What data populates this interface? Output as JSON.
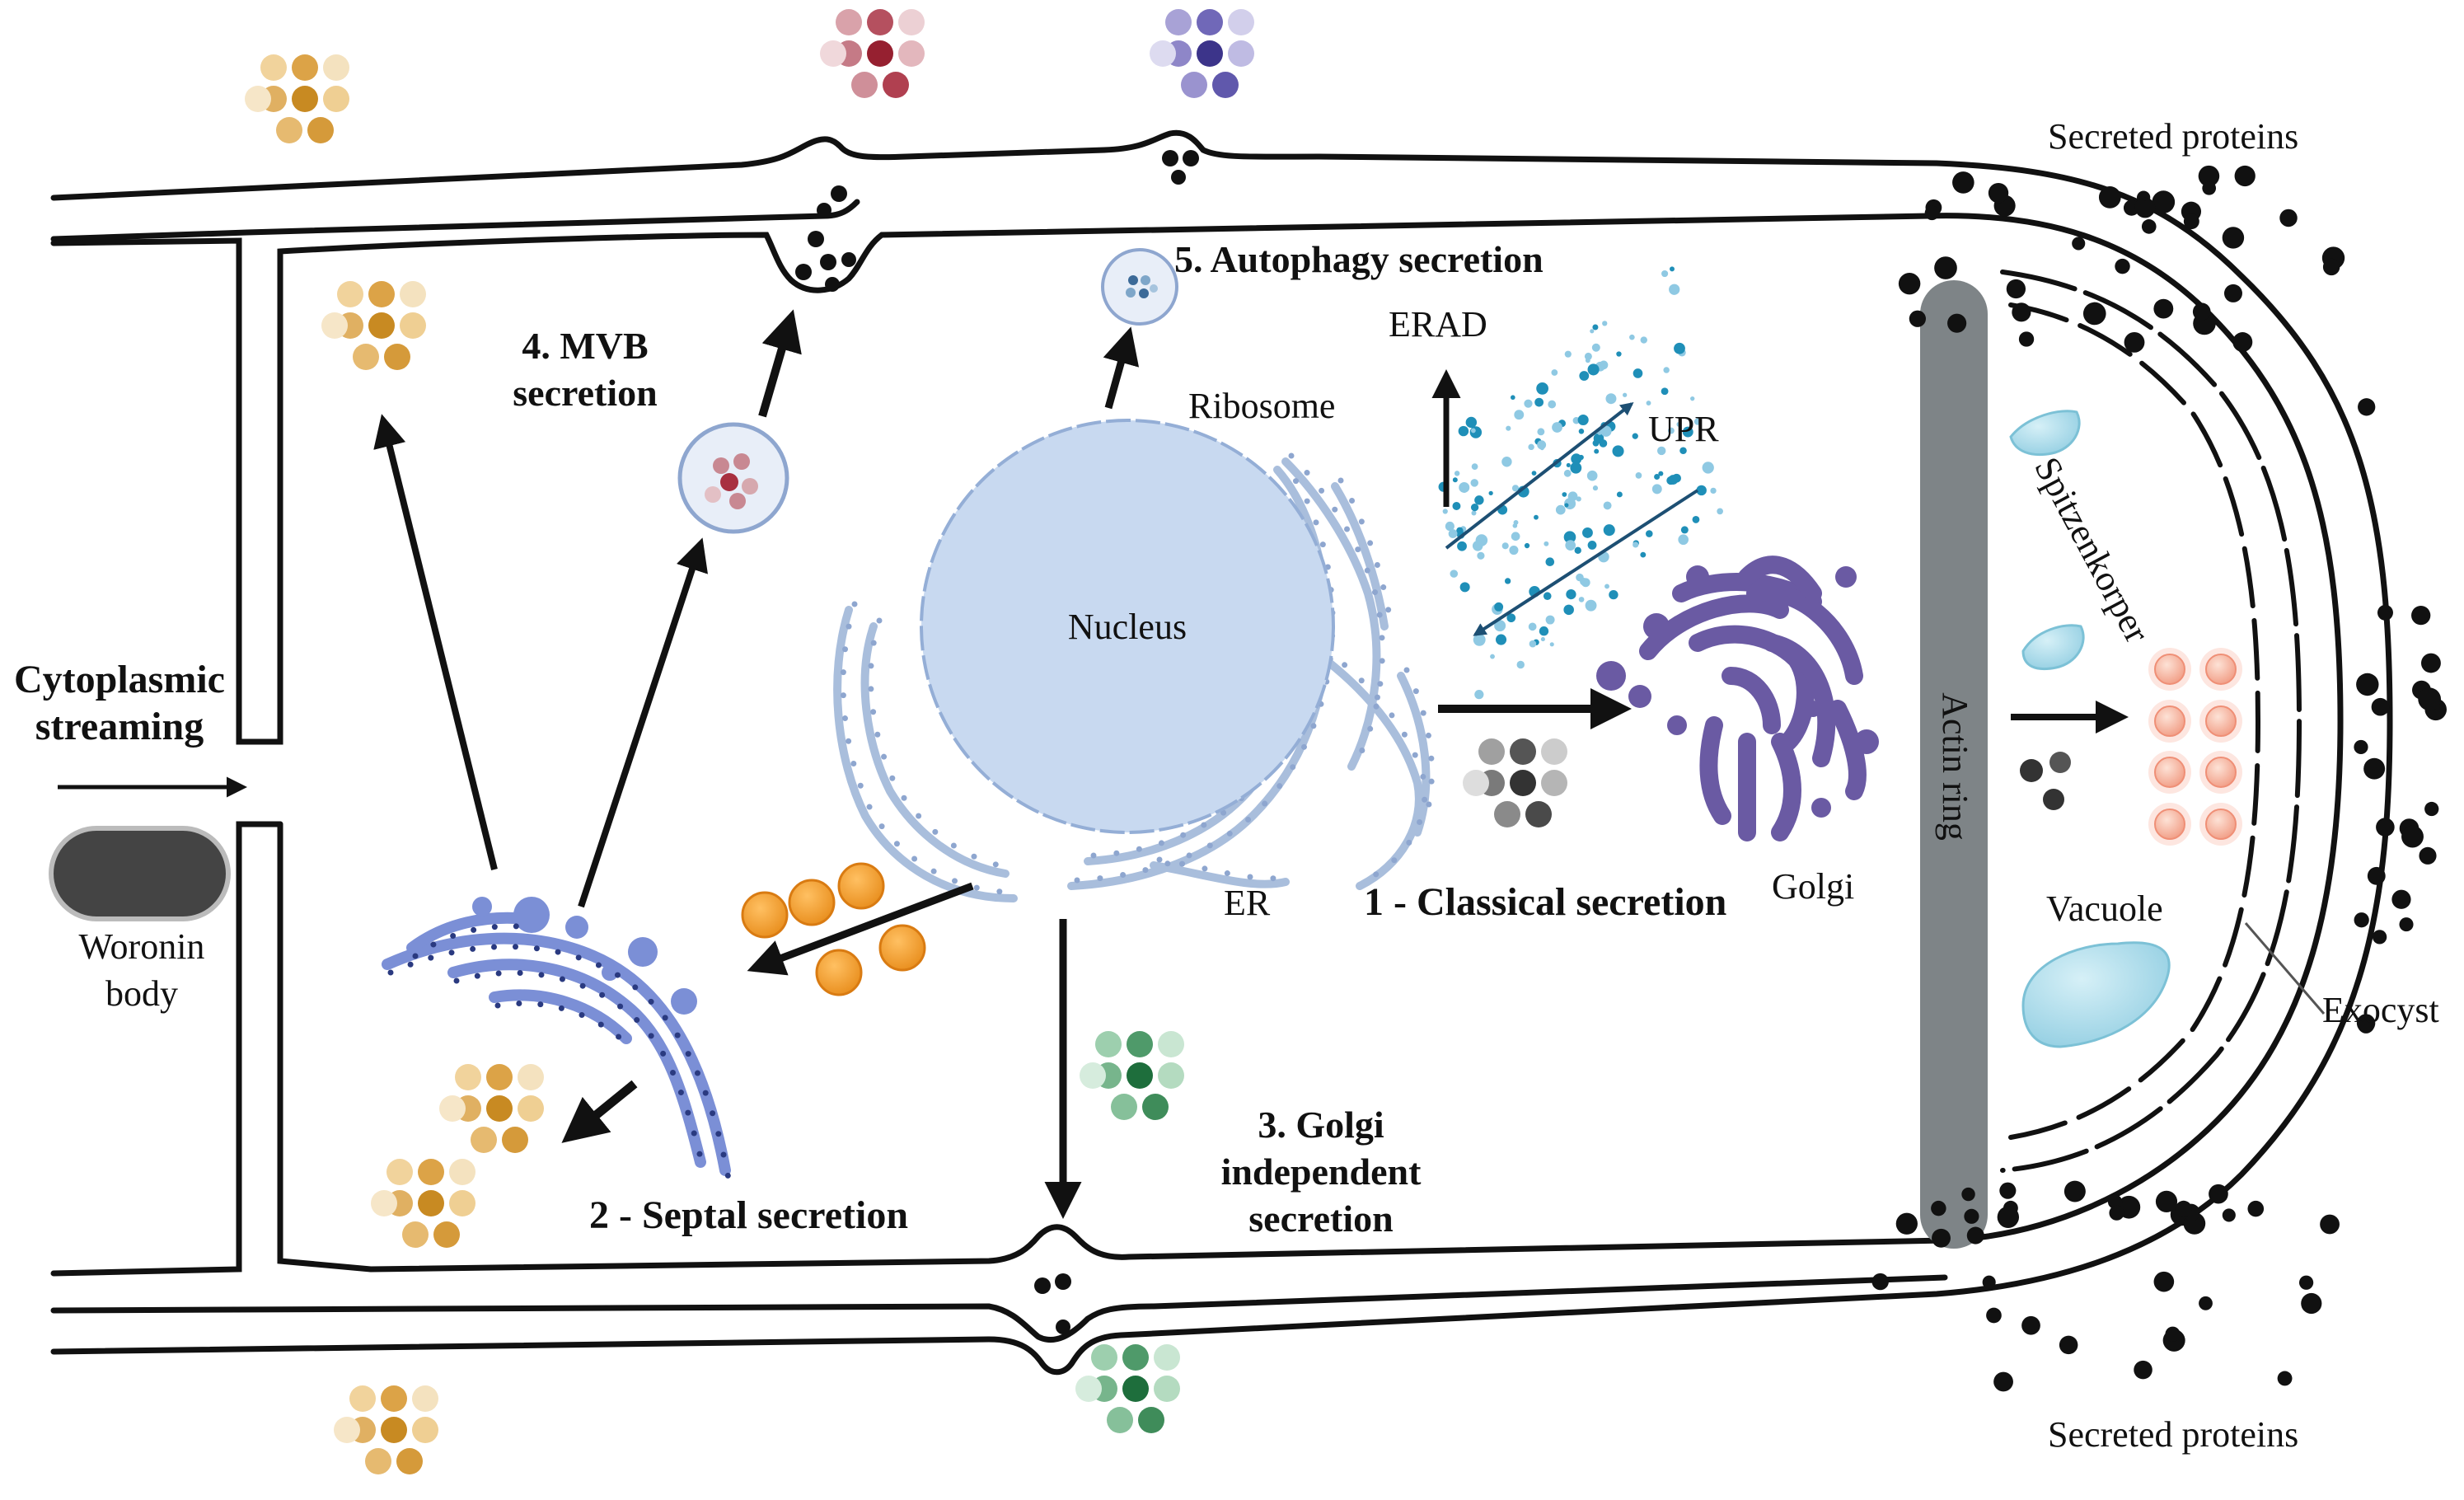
{
  "labels": {
    "secreted_top": "Secreted proteins",
    "secreted_bottom": "Secreted proteins",
    "autophagy": "5. Autophagy secretion",
    "erad": "ERAD",
    "upr": "UPR",
    "ribosome": "Ribosome",
    "mvb_line1": "4. MVB",
    "mvb_line2": "secretion",
    "nucleus": "Nucleus",
    "cyto_line1": "Cytoplasmic",
    "cyto_line2": "streaming",
    "woronin_line1": "Woronin",
    "woronin_line2": "body",
    "er": "ER",
    "classical": "1 - Classical secretion",
    "golgi": "Golgi",
    "actin_ring": "Actin ring",
    "spitzenkorper": "Spitzenkorper",
    "vacuole": "Vacuole",
    "exocyst": "Exocyst",
    "septal": "2 - Septal secretion",
    "golgi_ind_line1": "3. Golgi",
    "golgi_ind_line2": "independent",
    "golgi_ind_line3": "secretion"
  },
  "colors": {
    "nucleus_fill": "#c8d9f0",
    "er_stroke": "#8ea6cf",
    "golgi_purple": "#6a5aa3",
    "septal_blue": "#7b8fd6",
    "orange": "#f4a43a",
    "tan": "#d9a24a",
    "red_cluster": "#b34a5a",
    "violet_cluster": "#6b62b0",
    "green_cluster": "#4a9a6a",
    "grey_cluster": "#5a5a5a",
    "actin_grey": "#7e8487",
    "vacuole_blue": "#a8d8e8",
    "upr_teal": "#1f8fb8",
    "spitz_pink": "#f6b9a6"
  }
}
